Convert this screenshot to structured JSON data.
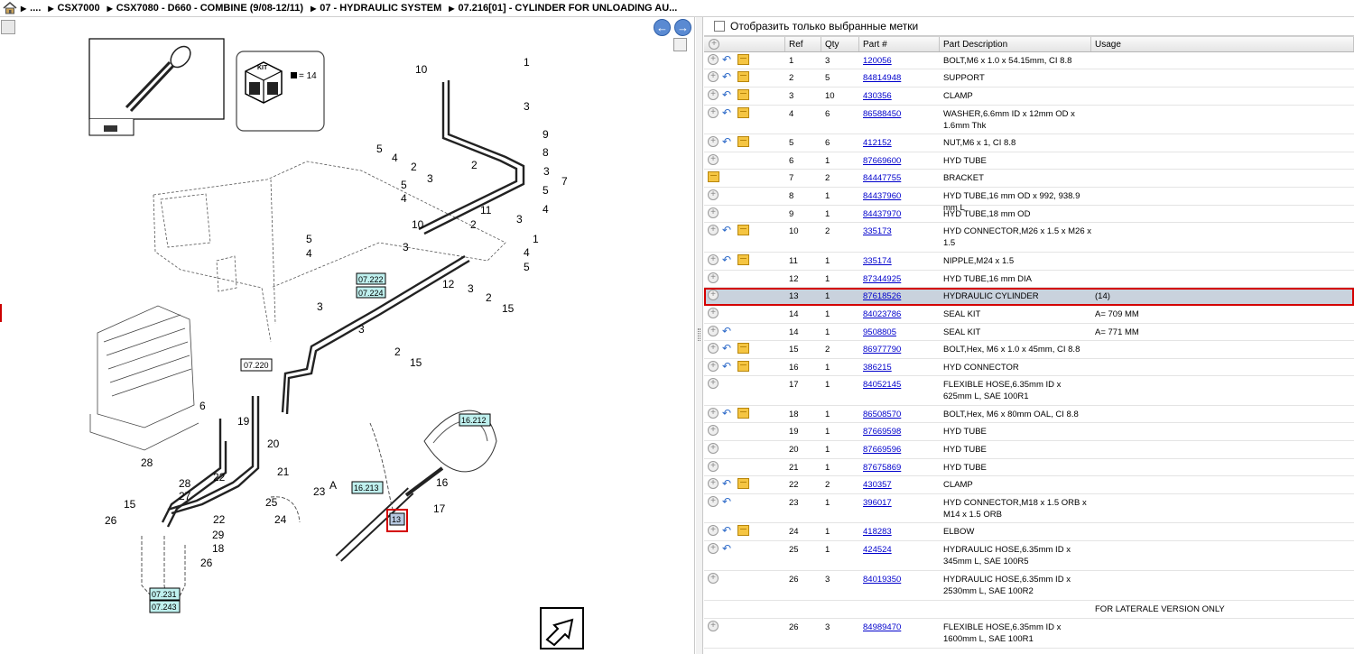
{
  "breadcrumb": {
    "ellipsis": "....",
    "items": [
      "CSX7000",
      "CSX7080 - D660 - COMBINE (9/08-12/11)",
      "07 - HYDRAULIC SYSTEM",
      "07.216[01] - CYLINDER FOR UNLOADING AU..."
    ]
  },
  "diagram": {
    "kit_label": "KIT",
    "kit_count": "= 14",
    "refs": {
      "r0722": "07.222",
      "r0724": "07.224",
      "r0720": "07.220",
      "r1621": "16.212",
      "r1623": "16.213",
      "r0731": "07.231",
      "r0743": "07.243",
      "r13": "13"
    }
  },
  "filter": {
    "label": "Отобразить только выбранные метки"
  },
  "columns": [
    "Ref",
    "Qty",
    "Part #",
    "Part Description",
    "Usage"
  ],
  "rows": [
    {
      "ref": "1",
      "qty": "3",
      "part": "120056",
      "desc": "BOLT,M6 x 1.0 x 54.15mm, CI 8.8",
      "usage": "",
      "icons": [
        "plus",
        "blue",
        "box"
      ],
      "h": 19
    },
    {
      "ref": "2",
      "qty": "5",
      "part": "84814948",
      "desc": "SUPPORT",
      "usage": "",
      "icons": [
        "plus",
        "blue",
        "box"
      ],
      "h": 20
    },
    {
      "ref": "3",
      "qty": "10",
      "part": "430356",
      "desc": "CLAMP",
      "usage": "",
      "icons": [
        "plus",
        "blue",
        "box"
      ],
      "h": 20
    },
    {
      "ref": "4",
      "qty": "6",
      "part": "86588450",
      "desc": "WASHER,6.6mm ID x 12mm OD x 1.6mm Thk",
      "usage": "",
      "icons": [
        "plus",
        "blue",
        "box"
      ],
      "h": 32
    },
    {
      "ref": "5",
      "qty": "6",
      "part": "412152",
      "desc": "NUT,M6 x 1, CI 8.8",
      "usage": "",
      "icons": [
        "plus",
        "blue",
        "box"
      ],
      "h": 20
    },
    {
      "ref": "6",
      "qty": "1",
      "part": "87669600",
      "desc": "HYD TUBE",
      "usage": "",
      "icons": [
        "plus"
      ],
      "h": 19
    },
    {
      "ref": "7",
      "qty": "2",
      "part": "84447755",
      "desc": "BRACKET",
      "usage": "",
      "icons": [
        "box"
      ],
      "h": 20
    },
    {
      "ref": "8",
      "qty": "1",
      "part": "84437960",
      "desc": "HYD TUBE,16 mm OD x 992, 938.9 mm L",
      "usage": "",
      "icons": [
        "plus"
      ],
      "h": 20
    },
    {
      "ref": "9",
      "qty": "1",
      "part": "84437970",
      "desc": "HYD TUBE,18 mm OD",
      "usage": "",
      "icons": [
        "plus"
      ],
      "h": 19
    },
    {
      "ref": "10",
      "qty": "2",
      "part": "335173",
      "desc": "HYD CONNECTOR,M26 x 1.5  x M26 x 1.5",
      "usage": "",
      "icons": [
        "plus",
        "blue",
        "box"
      ],
      "h": 33
    },
    {
      "ref": "11",
      "qty": "1",
      "part": "335174",
      "desc": "NIPPLE,M24 x 1.5",
      "usage": "",
      "icons": [
        "plus",
        "blue",
        "box"
      ],
      "h": 20
    },
    {
      "ref": "12",
      "qty": "1",
      "part": "87344925",
      "desc": "HYD TUBE,16 mm DIA",
      "usage": "",
      "icons": [
        "plus"
      ],
      "h": 19
    },
    {
      "ref": "13",
      "qty": "1",
      "part": "87618526",
      "desc": "HYDRAULIC CYLINDER",
      "usage": "(14)",
      "icons": [
        "plus"
      ],
      "h": 20,
      "selected": true
    },
    {
      "ref": "14",
      "qty": "1",
      "part": "84023786",
      "desc": "SEAL KIT",
      "usage": "A= 709 MM",
      "icons": [
        "plus"
      ],
      "h": 20
    },
    {
      "ref": "14",
      "qty": "1",
      "part": "9508805",
      "desc": "SEAL KIT",
      "usage": "A= 771 MM",
      "icons": [
        "plus",
        "blue"
      ],
      "h": 19
    },
    {
      "ref": "15",
      "qty": "2",
      "part": "86977790",
      "desc": "BOLT,Hex, M6 x 1.0 x 45mm, CI 8.8",
      "usage": "",
      "icons": [
        "plus",
        "blue",
        "box"
      ],
      "h": 20
    },
    {
      "ref": "16",
      "qty": "1",
      "part": "386215",
      "desc": "HYD CONNECTOR",
      "usage": "",
      "icons": [
        "plus",
        "blue",
        "box"
      ],
      "h": 19
    },
    {
      "ref": "17",
      "qty": "1",
      "part": "84052145",
      "desc": "FLEXIBLE HOSE,6.35mm ID x 625mm L, SAE 100R1",
      "usage": "",
      "icons": [
        "plus"
      ],
      "h": 33
    },
    {
      "ref": "18",
      "qty": "1",
      "part": "86508570",
      "desc": "BOLT,Hex, M6 x 80mm OAL, CI 8.8",
      "usage": "",
      "icons": [
        "plus",
        "blue",
        "box"
      ],
      "h": 19
    },
    {
      "ref": "19",
      "qty": "1",
      "part": "87669598",
      "desc": "HYD TUBE",
      "usage": "",
      "icons": [
        "plus"
      ],
      "h": 20
    },
    {
      "ref": "20",
      "qty": "1",
      "part": "87669596",
      "desc": "HYD TUBE",
      "usage": "",
      "icons": [
        "plus"
      ],
      "h": 20
    },
    {
      "ref": "21",
      "qty": "1",
      "part": "87675869",
      "desc": "HYD TUBE",
      "usage": "",
      "icons": [
        "plus"
      ],
      "h": 19
    },
    {
      "ref": "22",
      "qty": "2",
      "part": "430357",
      "desc": "CLAMP",
      "usage": "",
      "icons": [
        "plus",
        "blue",
        "box"
      ],
      "h": 20
    },
    {
      "ref": "23",
      "qty": "1",
      "part": "396017",
      "desc": "HYD CONNECTOR,M18 x 1.5 ORB x M14 x 1.5 ORB",
      "usage": "",
      "icons": [
        "plus",
        "blue"
      ],
      "h": 32
    },
    {
      "ref": "24",
      "qty": "1",
      "part": "418283",
      "desc": "ELBOW",
      "usage": "",
      "icons": [
        "plus",
        "blue",
        "box"
      ],
      "h": 20
    },
    {
      "ref": "25",
      "qty": "1",
      "part": "424524",
      "desc": "HYDRAULIC HOSE,6.35mm ID x 345mm L, SAE 100R5",
      "usage": "",
      "icons": [
        "plus",
        "blue"
      ],
      "h": 33
    },
    {
      "ref": "26",
      "qty": "3",
      "part": "84019350",
      "desc": "HYDRAULIC HOSE,6.35mm ID x 2530mm L, SAE 100R2",
      "usage": "",
      "icons": [
        "plus"
      ],
      "h": 33
    },
    {
      "ref": "",
      "qty": "",
      "part": "",
      "desc": "",
      "usage": "FOR LATERALE VERSION ONLY",
      "icons": [],
      "h": 20
    },
    {
      "ref": "26",
      "qty": "3",
      "part": "84989470",
      "desc": "FLEXIBLE HOSE,6.35mm ID x 1600mm L, SAE 100R1",
      "usage": "",
      "icons": [
        "plus"
      ],
      "h": 33
    }
  ]
}
